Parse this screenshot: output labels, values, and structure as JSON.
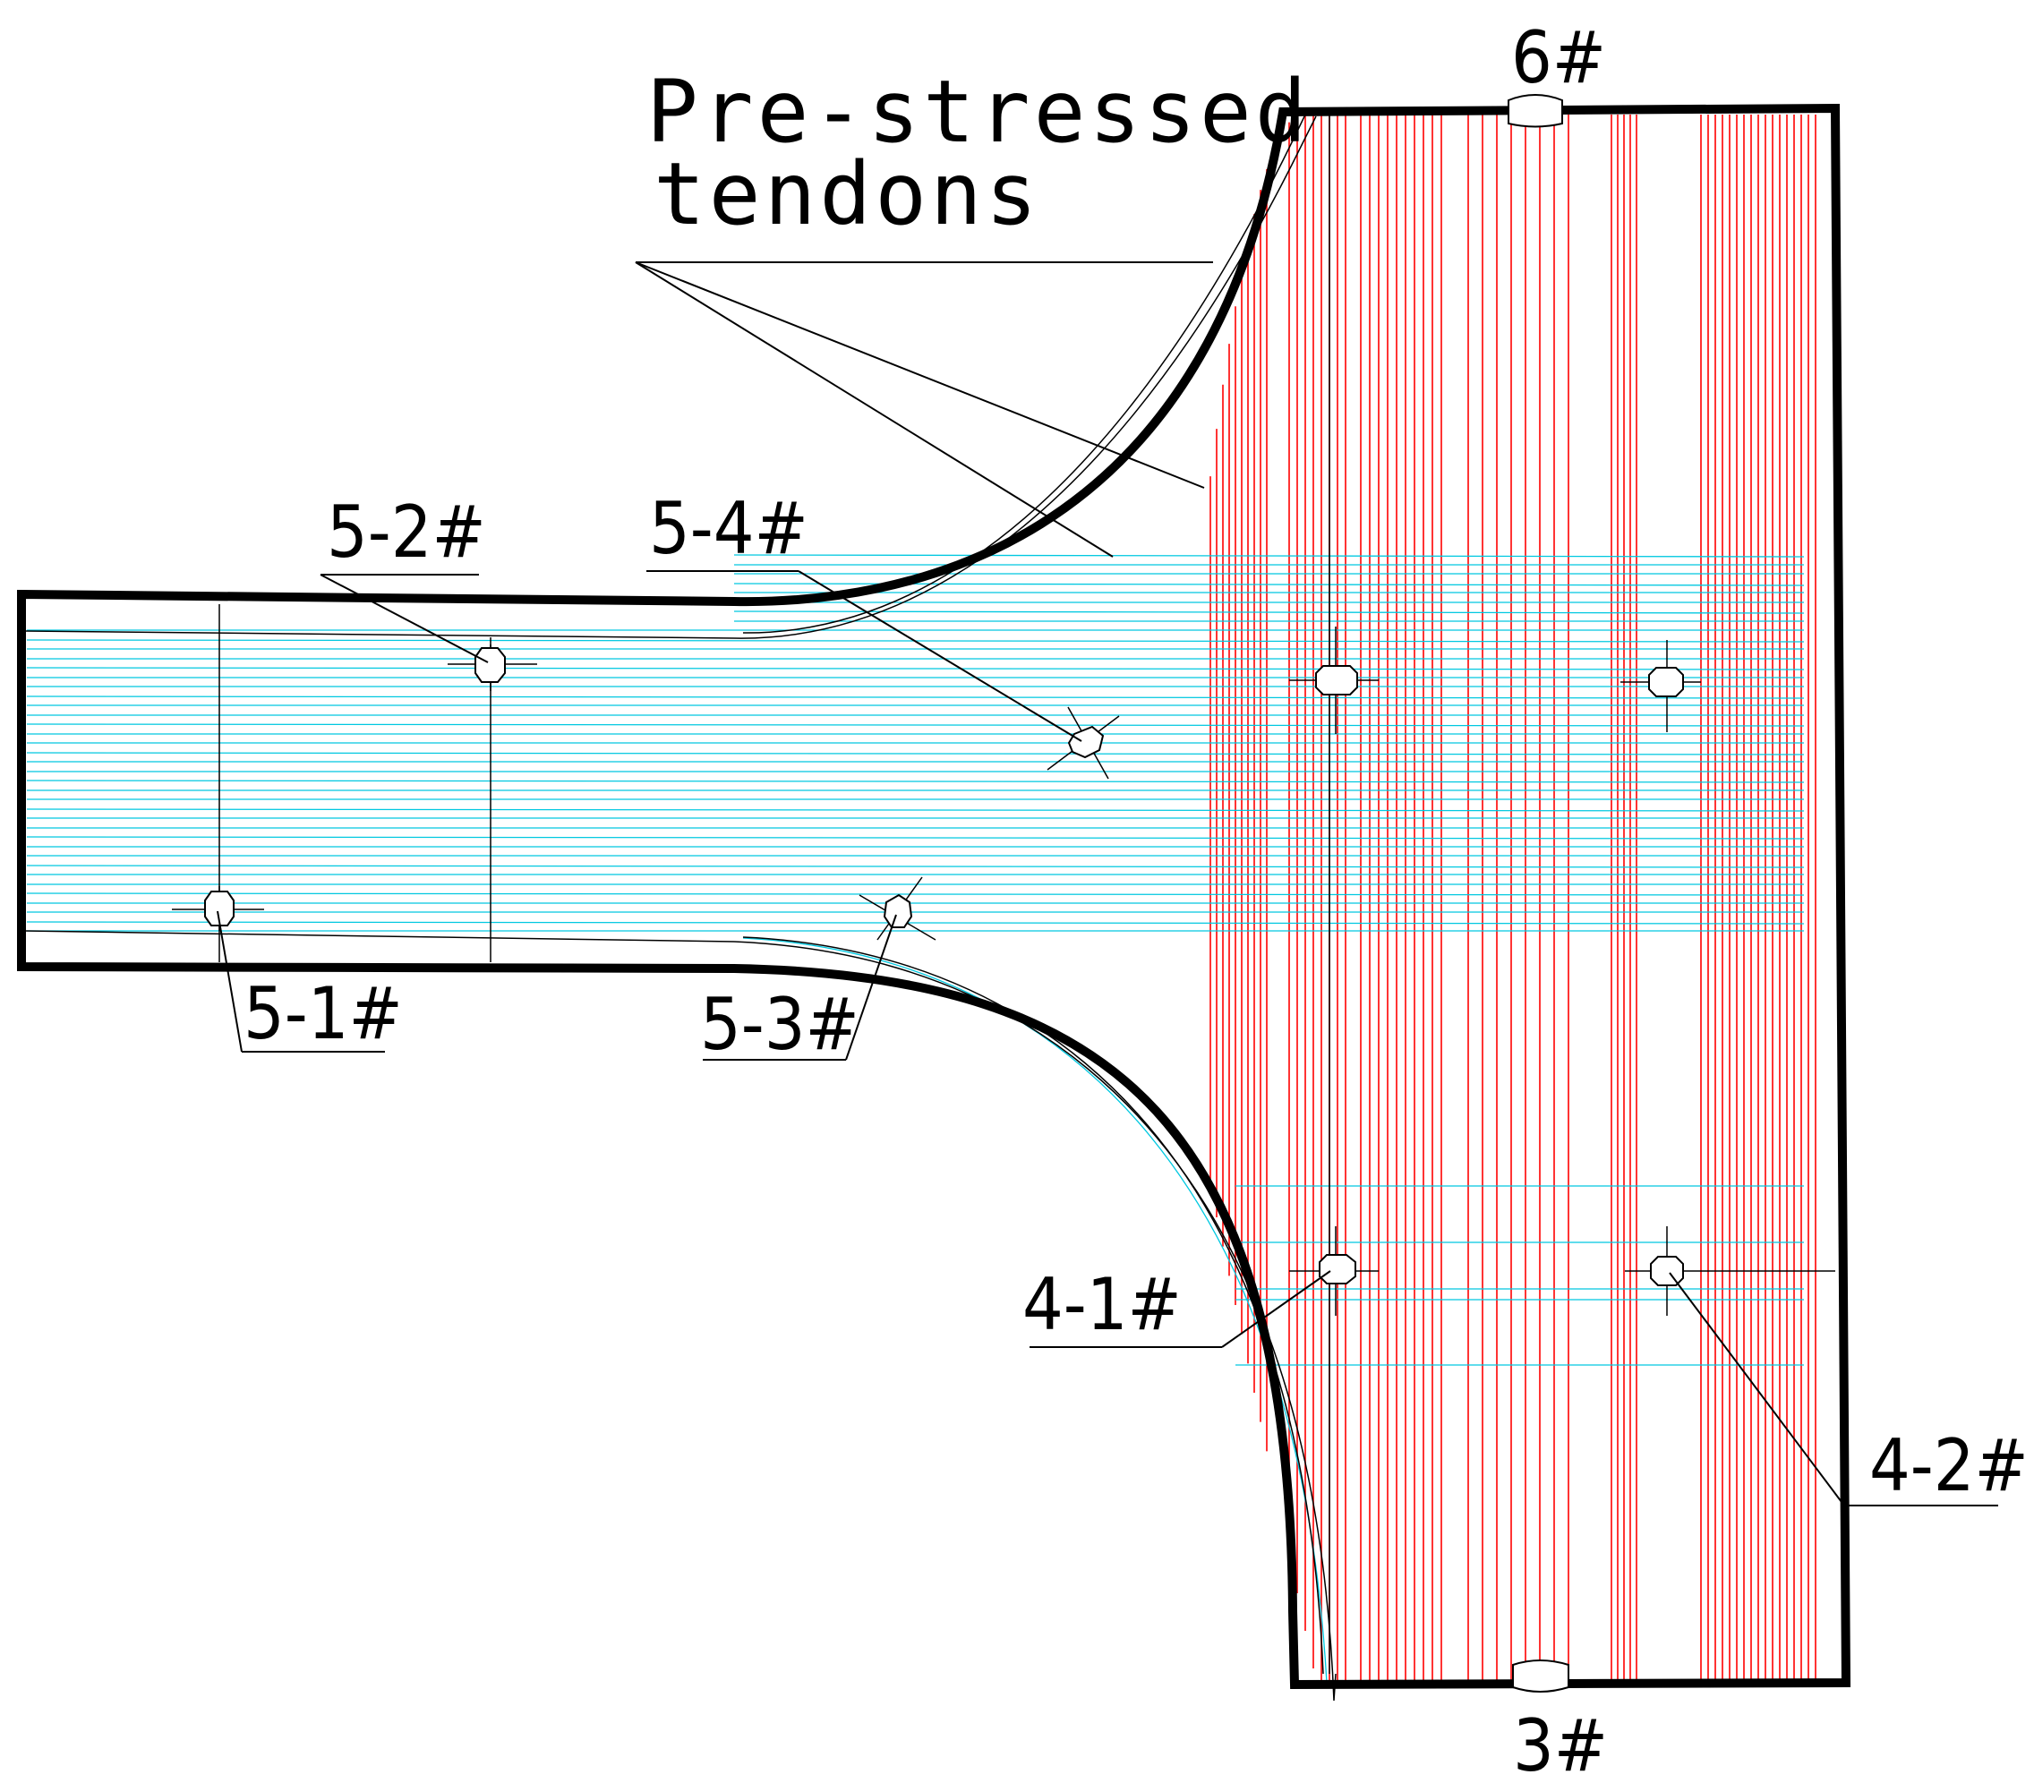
{
  "title": {
    "line1": "Pre-stressed",
    "line2": "tendons"
  },
  "labels": {
    "top_hole": "6#",
    "bottom_hole": "3#",
    "h5_1": "5-1#",
    "h5_2": "5-2#",
    "h5_3": "5-3#",
    "h5_4": "5-4#",
    "h4_1": "4-1#",
    "h4_2": "4-2#"
  },
  "colors": {
    "outline": "#000000",
    "tendon_vertical": "#ff0000",
    "tendon_horizontal": "#00c8e0"
  }
}
